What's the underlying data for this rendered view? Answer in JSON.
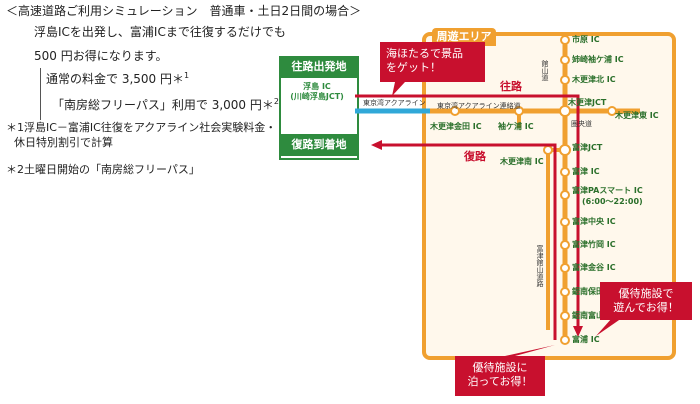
{
  "heading": "＜高速道路ご利用シミュレーション　普通車・土日2日間の場合＞",
  "intro_line1": "浮島ICを出発し、富浦ICまで往復するだけでも",
  "intro_line2": "500 円お得になります。",
  "regular_fee": "通常の料金で 3,500 円＊",
  "regular_fee_note": "1",
  "pass_fee": "「南房総フリーパス」利用で 3,000 円＊",
  "pass_fee_note": "2",
  "note1_mark": "＊1",
  "note1_line1": "浮島IC－富浦IC往復をアクアライン社会実験料金・",
  "note1_line2": "休日特別割引で計算",
  "note2_mark": "＊2",
  "note2_text": "土曜日開始の「南房総フリーパス」",
  "departure_label": "往路出発地",
  "origin_name_line1": "浮島 IC",
  "origin_name_line2": "(川崎浮島JCT)",
  "arrival_label": "復路到着地",
  "area_title": "周遊エリア",
  "callout_top_line1": "海ほたるで景品",
  "callout_top_line2": "をゲット！",
  "callout_right_line1": "優待施設で",
  "callout_right_line2": "遊んでお得！",
  "callout_bottom_line1": "優待施設に",
  "callout_bottom_line2": "泊ってお得！",
  "route_outbound": "往路",
  "route_return": "復路",
  "roads": {
    "aqualine": "東京湾アクアライン",
    "aqualine_connector": "東京湾アクアライン連絡道",
    "kanetsu": "館山道",
    "ken_o": "圏央道",
    "tomiura_road_line1": "富津館山道路",
    "tomiura_road_line2": ""
  },
  "interchanges": {
    "ichihara": "市原 IC",
    "anegasaki": "姉崎袖ケ浦 IC",
    "kisarazu_kita": "木更津北 IC",
    "kisarazu_jct": "木更津JCT",
    "kisarazu_higashi": "木更津東 IC",
    "kisarazu_kaneda": "木更津金田 IC",
    "sodegaura": "袖ケ浦 IC",
    "kisarazu_minami": "木更津南 IC",
    "futtsu_jct": "富津JCT",
    "futtsu": "富津 IC",
    "futtsu_pa": "富津PAスマート IC",
    "futtsu_pa_hours": "(6:00～22:00)",
    "futtsu_chuo": "富津中央 IC",
    "futtsu_takeoka": "富津竹岡 IC",
    "futtsu_kanaya": "富津金谷 IC",
    "kyonan_hota": "鋸南保田 IC",
    "kyonan_tomiyama": "鋸南富山 IC",
    "tomiura": "富浦 IC"
  },
  "colors": {
    "green": "#2e8b3e",
    "orange": "#f0a030",
    "red": "#c8102e",
    "aqua": "#30a8d8"
  }
}
